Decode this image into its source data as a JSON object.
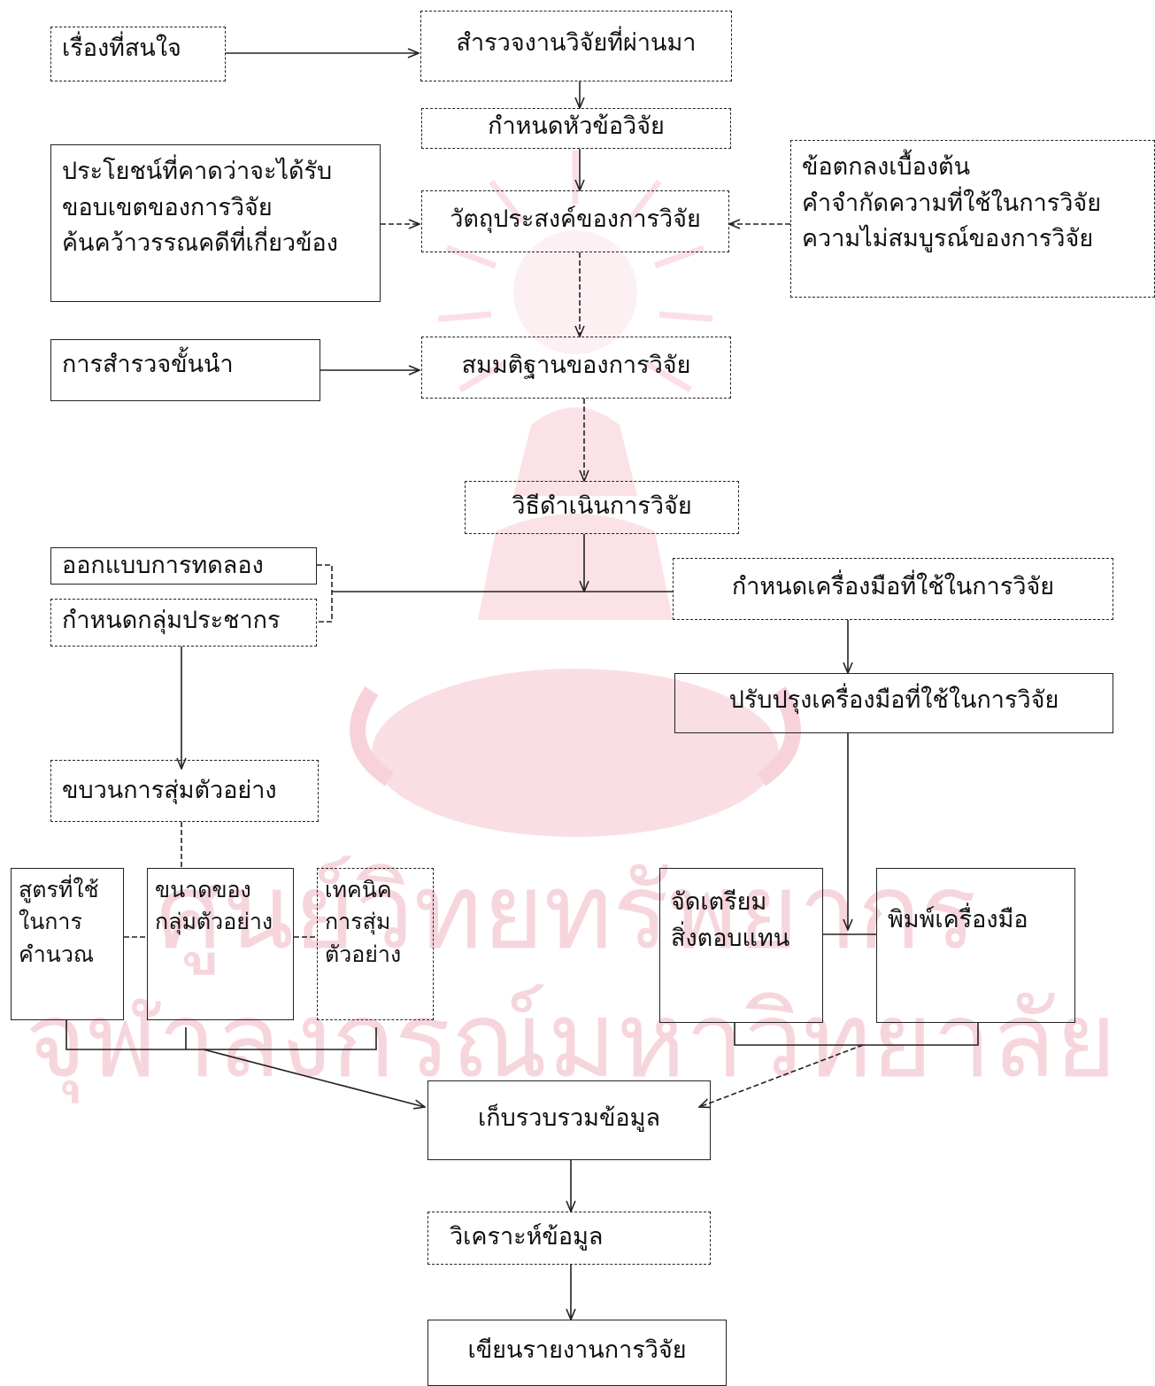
{
  "nodes": {
    "topic_of_interest": "เรื่องที่สนใจ",
    "survey_past_research": "สำรวจงานวิจัยที่ผ่านมา",
    "define_research_topic": "กำหนดหัวข้อวิจัย",
    "left_context": [
      "ประโยชน์ที่คาดว่าจะได้รับ",
      "ขอบเขตของการวิจัย",
      "ค้นคว้าวรรณคดีที่เกี่ยวข้อง"
    ],
    "research_objectives": "วัตถุประสงค์ของการวิจัย",
    "right_context": [
      "ข้อตกลงเบื้องต้น",
      "คำจำกัดความที่ใช้ในการวิจัย",
      "ความไม่สมบูรณ์ของการวิจัย"
    ],
    "preliminary_survey": "การสำรวจขั้นนำ",
    "research_hypothesis": "สมมติฐานของการวิจัย",
    "research_methods": "วิธีดำเนินการวิจัย",
    "experimental_design": "ออกแบบการทดลอง",
    "define_population": "กำหนดกลุ่มประชากร",
    "define_instruments": "กำหนดเครื่องมือที่ใช้ในการวิจัย",
    "improve_instruments": "ปรับปรุงเครื่องมือที่ใช้ในการวิจัย",
    "sampling_process": "ขบวนการสุ่มตัวอย่าง",
    "calc_formula": [
      "สูตรที่ใช้",
      "ในการ",
      "คำนวณ"
    ],
    "sample_size": [
      "ขนาดของ",
      "กลุ่มตัวอย่าง"
    ],
    "sampling_technique": [
      "เทคนิค",
      "การสุ่ม",
      "ตัวอย่าง"
    ],
    "prepare_rewards": [
      "จัดเตรียม",
      "สิ่งตอบแทน"
    ],
    "print_instruments": "พิมพ์เครื่องมือ",
    "collect_data": "เก็บรวบรวมข้อมูล",
    "analyze_data": "วิเคราะห์ข้อมูล",
    "write_report": "เขียนรายงานการวิจัย"
  },
  "watermark": {
    "line1": "ศูนย์วิทยทรัพยากร",
    "line2": "จุฬาลงกรณ์มหาวิทยาลัย"
  },
  "colors": {
    "ink": "#222222",
    "watermark": "#f6d6dc",
    "watermark_emblem": "#fbe6ea"
  }
}
